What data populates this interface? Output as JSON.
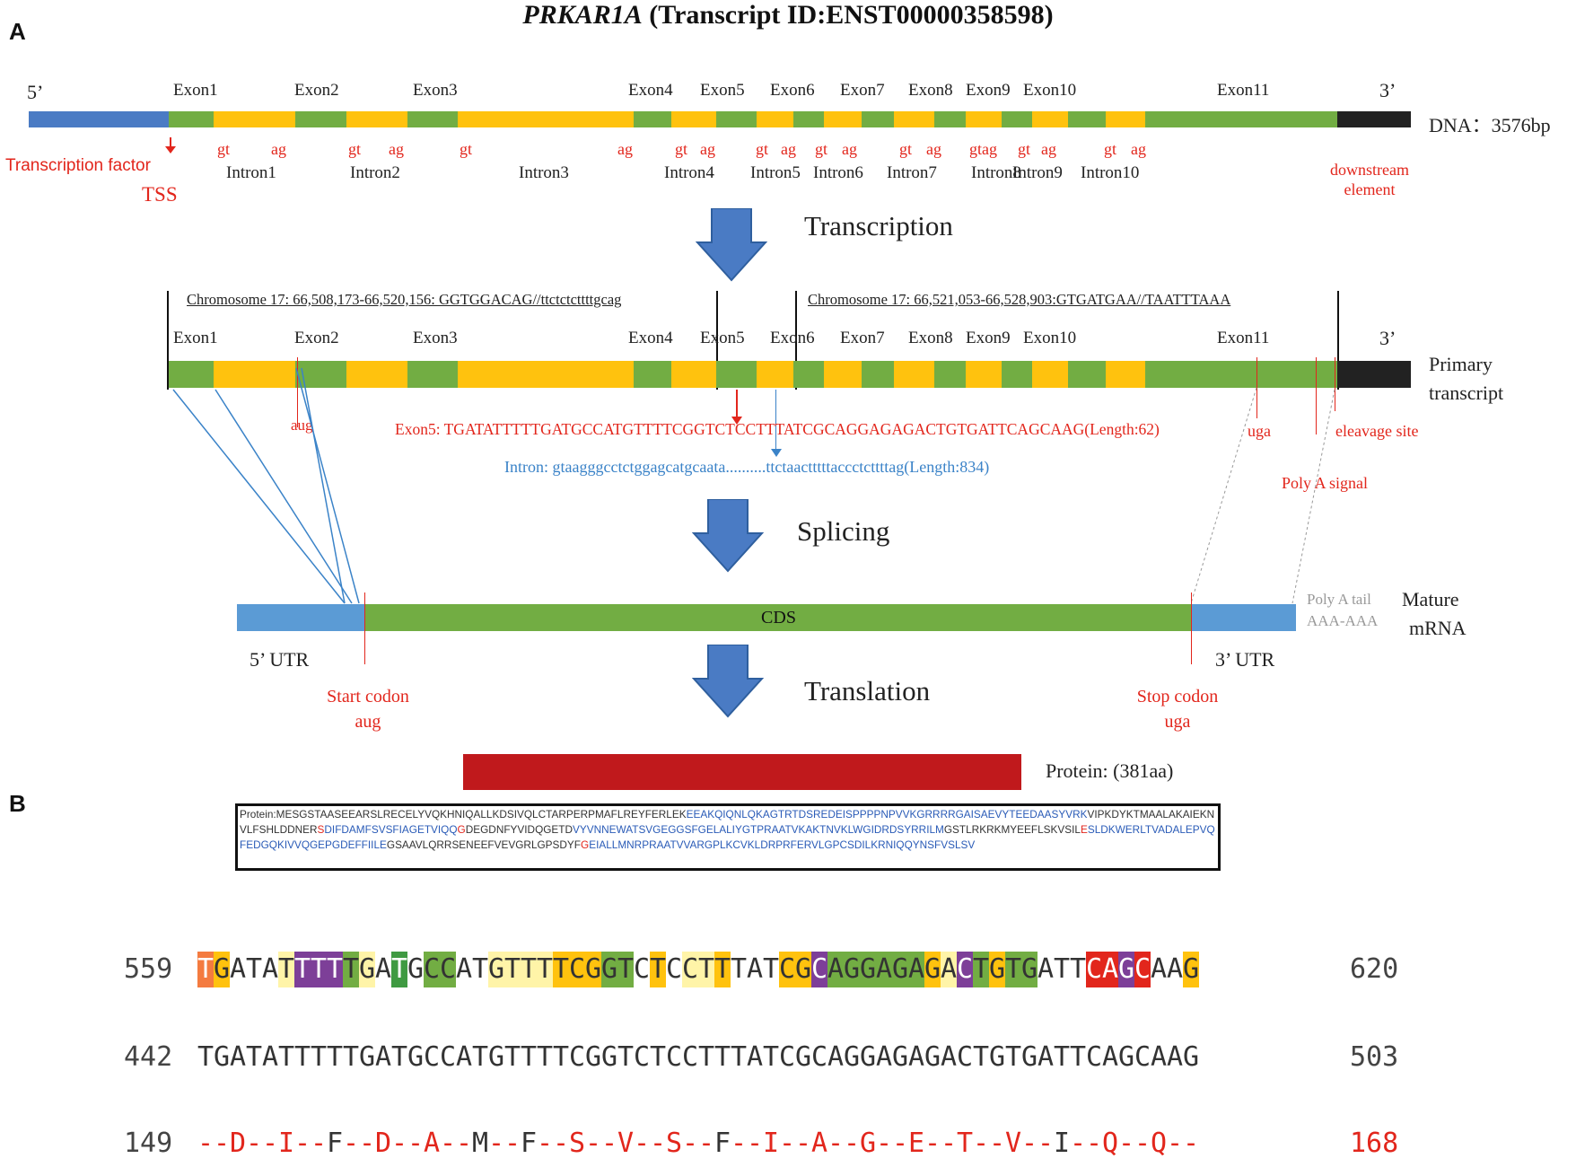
{
  "title": {
    "gene": "PRKAR1A",
    "rest": " (Transcript ID:ENST00000358598)"
  },
  "panels": {
    "a": "A",
    "b": "B"
  },
  "colors": {
    "exon": "#72ad43",
    "intron": "#ffc20e",
    "utr5_dna": "#4a7bc4",
    "downstream": "#222222",
    "utr_mrna": "#5b9bd5",
    "protein": "#c0191c",
    "arrow": "#4a7bc4",
    "red_text": "#e2261c",
    "blue_text": "#3b83c8"
  },
  "dna": {
    "five_prime": "5’",
    "three_prime": "3’",
    "label": "DNA：3576bp",
    "exons": [
      "Exon1",
      "Exon2",
      "Exon3",
      "Exon4",
      "Exon5",
      "Exon6",
      "Exon7",
      "Exon8",
      "Exon9",
      "Exon10",
      "Exon11"
    ],
    "introns": [
      "Intron1",
      "Intron2",
      "Intron3",
      "Intron4",
      "Intron5",
      "Intron6",
      "Intron7",
      "Intron8",
      "Intron9",
      "Intron10"
    ],
    "gt": "gt",
    "ag": "ag",
    "transcription_factor": "Transcription factor",
    "tss": "TSS",
    "downstream_element": [
      "downstream",
      "element"
    ]
  },
  "transcription": "Transcription",
  "primary": {
    "chrom_left": "Chromosome 17: 66,508,173-66,520,156: GGTGGACAG//ttctctcttttgcag",
    "chrom_right": "Chromosome 17: 66,521,053-66,528,903:GTGATGAA//TAATTTAAA",
    "exons": [
      "Exon1",
      "Exon2",
      "Exon3",
      "Exon4",
      "Exon5",
      "Exon6",
      "Exon7",
      "Exon8",
      "Exon9",
      "Exon10",
      "Exon11"
    ],
    "three_prime": "3’",
    "label": [
      "Primary",
      "transcript"
    ],
    "aug": "aug",
    "uga": "uga",
    "cleavage": "eleavage site",
    "polya_signal": "Poly A signal",
    "exon5_seq": "Exon5: TGATATTTTTGATGCCATGTTTTCGGTCTCCTTTATCGCAGGAGAGACTGTGATTCAGCAAG(Length:62)",
    "intron_seq": "Intron: gtaagggcctctggagcatgcaata..........ttctaactttttaccctcttttag(Length:834)"
  },
  "splicing": "Splicing",
  "mrna": {
    "cds": "CDS",
    "utr5": "5’ UTR",
    "utr3": "3’ UTR",
    "polya": [
      "Poly A tail",
      "AAA-AAA"
    ],
    "label": [
      "Mature",
      "mRNA"
    ],
    "start_codon": [
      "Start codon",
      "aug"
    ],
    "stop_codon": [
      "Stop codon",
      "uga"
    ]
  },
  "translation": "Translation",
  "protein_label": "Protein: (381aa)",
  "protein_seq": [
    {
      "t": "Protein:MESGSTAASEEARSLRECELYVQKHNIQALLKDSIVQLCTARPERPMAFLREYFERLEK",
      "c": ""
    },
    {
      "t": "EEAKQIQNLQKAGTRTDSREDEISPPPPNPVVKGRRRRGAISAEVYTEEDAASYVRK",
      "c": "b"
    },
    {
      "t": "VIPKDYKTMAALAKAIEKNVLFSHLDDNER",
      "c": ""
    },
    {
      "t": "S",
      "c": "r"
    },
    {
      "t": "DIFDAMFSVSFIAGETVIQQ",
      "c": "b"
    },
    {
      "t": "G",
      "c": "r"
    },
    {
      "t": "DEGDNFYVIDQGETD",
      "c": ""
    },
    {
      "t": "VYVNNEWATSVGEGGSFGELALIYGTPRAATVKAKTNVKLWGIDRDSYRRILM",
      "c": "b"
    },
    {
      "t": "GSTLRKRKMYEEFLSKVSIL",
      "c": ""
    },
    {
      "t": "E",
      "c": "r"
    },
    {
      "t": "SLDKWERLTVADALEPVQFEDGQKIVVQGEPGDEFFIILE",
      "c": "b"
    },
    {
      "t": "GSAAVLQRRSENEEFVEVGRLGPSDYF",
      "c": ""
    },
    {
      "t": "G",
      "c": "r"
    },
    {
      "t": "EIALLMNRPRAATVVARGPLKCVKLDRPRFERVLGPCSDILKRNIQQYNSFVSLSV",
      "c": "b"
    }
  ],
  "alignment": {
    "row1": {
      "start": "559",
      "end": "620",
      "seq": "TGATATTTTTGATGCCATGTTTTCGGTCTCCTTTATCGCAGGAGAGACTGTGATTCAGCAAG"
    },
    "row2": {
      "start": "442",
      "end": "503",
      "seq": "TGATATTTTTGATGCCATGTTTTCGGTCTCCTTTATCGCAGGAGAGACTGTGATTCAGCAAG"
    },
    "row3": {
      "start": "149",
      "end": "168",
      "seq": "--D--I--F--D--A--M--F--S--V--S--F--I--A--G--E--T--V--I--Q--Q--"
    }
  }
}
